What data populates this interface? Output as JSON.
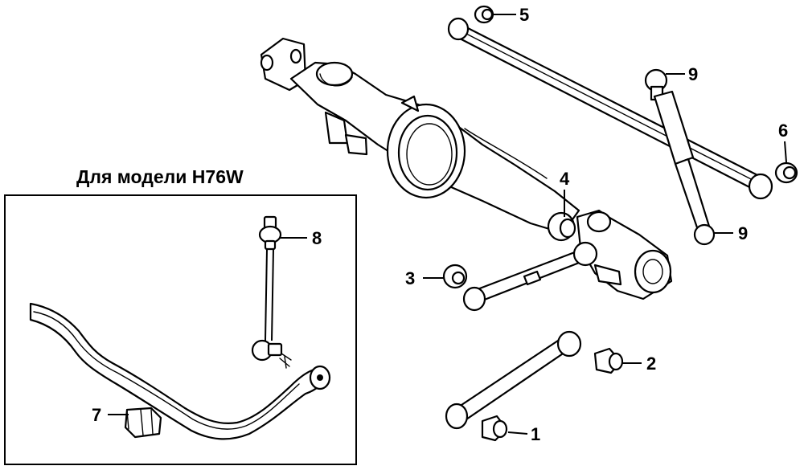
{
  "heading": "Для модели H76W",
  "callouts": {
    "c1": "1",
    "c2": "2",
    "c3": "3",
    "c4": "4",
    "c5": "5",
    "c6": "6",
    "c7": "7",
    "c8": "8",
    "c9a": "9",
    "c9b": "9"
  }
}
